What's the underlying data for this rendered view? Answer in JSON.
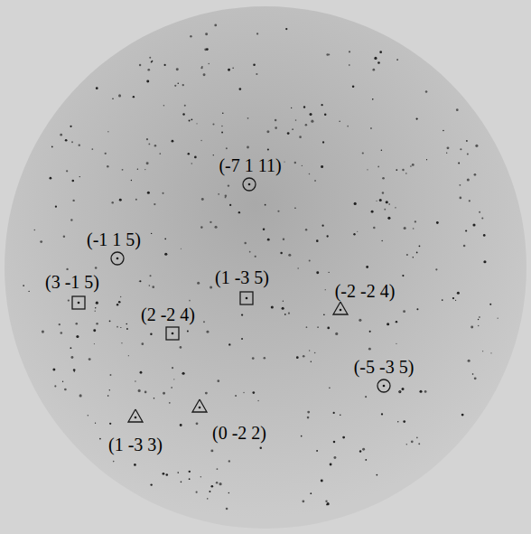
{
  "diagram": {
    "labels": [
      "(-7 1 11)",
      "(-1 1 5)",
      "(3 -1 5)",
      "(1 -3 5)",
      "(2 -2 4)",
      "(-2 -2 4)",
      "(-5 -3 5)",
      "(1 -3 3)",
      "(0 -2 2)"
    ]
  }
}
